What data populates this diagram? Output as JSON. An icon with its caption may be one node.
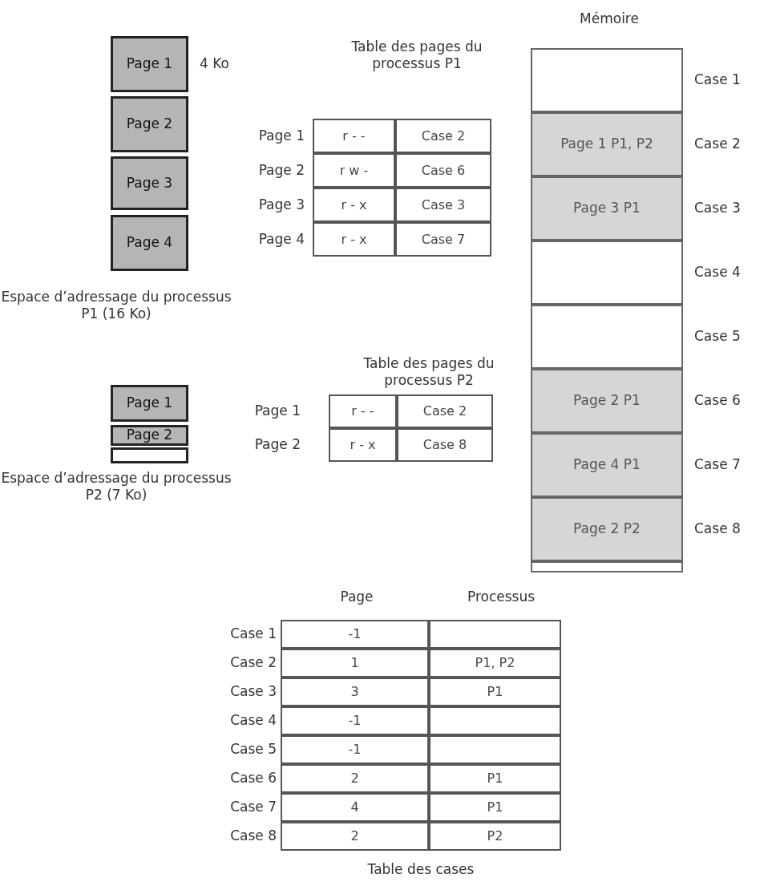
{
  "diagram": {
    "nodes": [
      {
        "text": [
          "Page 1"
        ],
        "beside": [
          "4 Ko"
        ]
      },
      {
        "text": [
          "Page 2"
        ]
      },
      {
        "text": [
          "Page 3"
        ]
      },
      {
        "text": [
          "Page 4"
        ]
      },
      {
        "text": [
          "Page 1"
        ]
      },
      {
        "text": [
          "Page 2"
        ]
      },
      {
        "text": [],
        "shape": "bar"
      },
      {
        "text": [],
        "shape": "box",
        "beside": [
          "Case 1"
        ]
      },
      {
        "text": [
          "Page 1 P1, P2"
        ],
        "beside": [
          "Case 2"
        ]
      },
      {
        "text": [
          "Page 3 P1"
        ],
        "beside": [
          "Case 3"
        ]
      },
      {
        "text": [],
        "shape": "box",
        "beside": [
          "Case 4"
        ]
      },
      {
        "text": [],
        "shape": "box",
        "beside": [
          "Case 5"
        ]
      },
      {
        "text": [
          "Page 2 P1"
        ],
        "beside": [
          "Case 6"
        ]
      },
      {
        "text": [
          "Page 4 P1"
        ],
        "beside": [
          "Case 7"
        ]
      },
      {
        "text": [
          "Page 2 P2"
        ],
        "beside": [
          "Case 8"
        ]
      },
      {
        "text": [],
        "shape": "bar"
      }
    ],
    "labels": [
      "Mémoire",
      "Table des pages du processus P1",
      "Page 1",
      "r - -",
      "Case 2",
      "Page 2",
      "r w -",
      "Case 6",
      "Page 3",
      "r - x",
      "Case 3",
      "Page 4",
      "r - x",
      "Case 7",
      "Espace d’adressage du processus P1 (16 Ko)",
      "Table des pages du processus P2",
      "Page 1",
      "r - -",
      "Case 2",
      "Page 2",
      "r - x",
      "Case 8",
      "Espace d’adressage du processus P2 (7 Ko)",
      "Page",
      "Processus",
      "Case 1",
      "-1",
      "Case 2",
      "1",
      "P1, P2",
      "Case 3",
      "3",
      "P1",
      "Case 4",
      "-1",
      "Case 5",
      "-1",
      "Case 6",
      "2",
      "P1",
      "Case 7",
      "4",
      "P1",
      "Case 8",
      "2",
      "P2",
      "Table des cases"
    ]
  }
}
